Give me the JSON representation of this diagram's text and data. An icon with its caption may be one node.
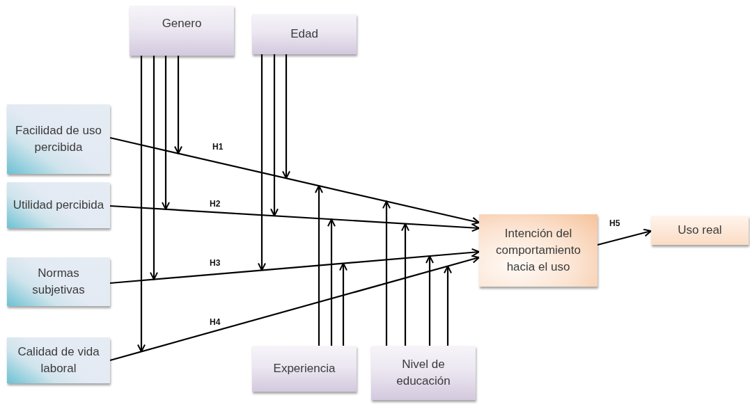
{
  "diagram": {
    "nodes": [
      {
        "text": [
          "Genero"
        ]
      },
      {
        "text": [
          "Edad"
        ]
      },
      {
        "text": [
          "Facilidad de uso percibida"
        ]
      },
      {
        "text": [
          "Utilidad percibida"
        ]
      },
      {
        "text": [
          "Normas subjetivas"
        ]
      },
      {
        "text": [
          "Calidad de vida laboral"
        ]
      },
      {
        "text": [
          "Intención del comportamiento hacia el uso"
        ]
      },
      {
        "text": [
          "Uso real"
        ]
      },
      {
        "text": [
          "Experiencia"
        ]
      },
      {
        "text": [
          "Nivel de educación"
        ]
      }
    ],
    "edges": [
      {
        "from": 2,
        "to": 6,
        "arrow": "to",
        "label": "H1"
      },
      {
        "from": 3,
        "to": 6,
        "arrow": "to",
        "label": "H2"
      },
      {
        "from": 4,
        "to": 6,
        "arrow": "to",
        "label": "H3"
      },
      {
        "from": 5,
        "to": 6,
        "arrow": "to",
        "label": "H4"
      },
      {
        "from": 6,
        "to": 7,
        "arrow": "to",
        "label": "H5"
      },
      {
        "from": 0,
        "to": null,
        "arrow": "to"
      },
      {
        "from": 0,
        "to": null,
        "arrow": "to"
      },
      {
        "from": 0,
        "to": null,
        "arrow": "to"
      },
      {
        "from": 0,
        "to": null,
        "arrow": "to"
      },
      {
        "from": 1,
        "to": null,
        "arrow": "to"
      },
      {
        "from": 1,
        "to": null,
        "arrow": "to"
      },
      {
        "from": 1,
        "to": null,
        "arrow": "to"
      },
      {
        "from": 8,
        "to": null,
        "arrow": "to"
      },
      {
        "from": 8,
        "to": null,
        "arrow": "to"
      },
      {
        "from": 8,
        "to": null,
        "arrow": "to"
      },
      {
        "from": 9,
        "to": null,
        "arrow": "to"
      },
      {
        "from": 9,
        "to": null,
        "arrow": "to"
      },
      {
        "from": 9,
        "to": null,
        "arrow": "to"
      },
      {
        "from": 9,
        "to": null,
        "arrow": "to"
      }
    ]
  }
}
